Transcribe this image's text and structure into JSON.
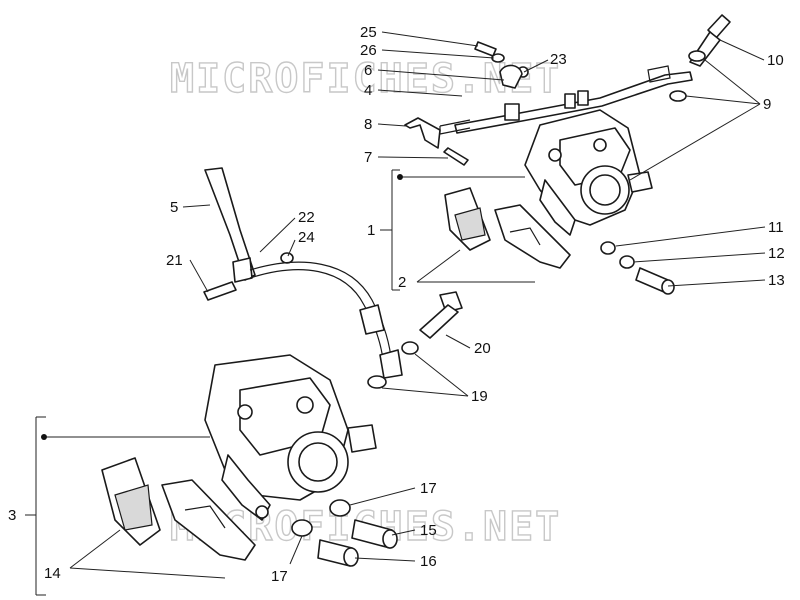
{
  "watermark": "MICROFICHES.NET",
  "callouts": [
    {
      "id": "c1",
      "text": "1"
    },
    {
      "id": "c2",
      "text": "2"
    },
    {
      "id": "c3",
      "text": "3"
    },
    {
      "id": "c4",
      "text": "4"
    },
    {
      "id": "c5",
      "text": "5"
    },
    {
      "id": "c6",
      "text": "6"
    },
    {
      "id": "c7",
      "text": "7"
    },
    {
      "id": "c8",
      "text": "8"
    },
    {
      "id": "c9",
      "text": "9"
    },
    {
      "id": "c10",
      "text": "10"
    },
    {
      "id": "c11",
      "text": "11"
    },
    {
      "id": "c12",
      "text": "12"
    },
    {
      "id": "c13",
      "text": "13"
    },
    {
      "id": "c14",
      "text": "14"
    },
    {
      "id": "c15",
      "text": "15"
    },
    {
      "id": "c16",
      "text": "16"
    },
    {
      "id": "c17a",
      "text": "17"
    },
    {
      "id": "c17b",
      "text": "17"
    },
    {
      "id": "c19",
      "text": "19"
    },
    {
      "id": "c20",
      "text": "20"
    },
    {
      "id": "c21",
      "text": "21"
    },
    {
      "id": "c22",
      "text": "22"
    },
    {
      "id": "c23",
      "text": "23"
    },
    {
      "id": "c24",
      "text": "24"
    },
    {
      "id": "c25",
      "text": "25"
    },
    {
      "id": "c26",
      "text": "26"
    }
  ]
}
